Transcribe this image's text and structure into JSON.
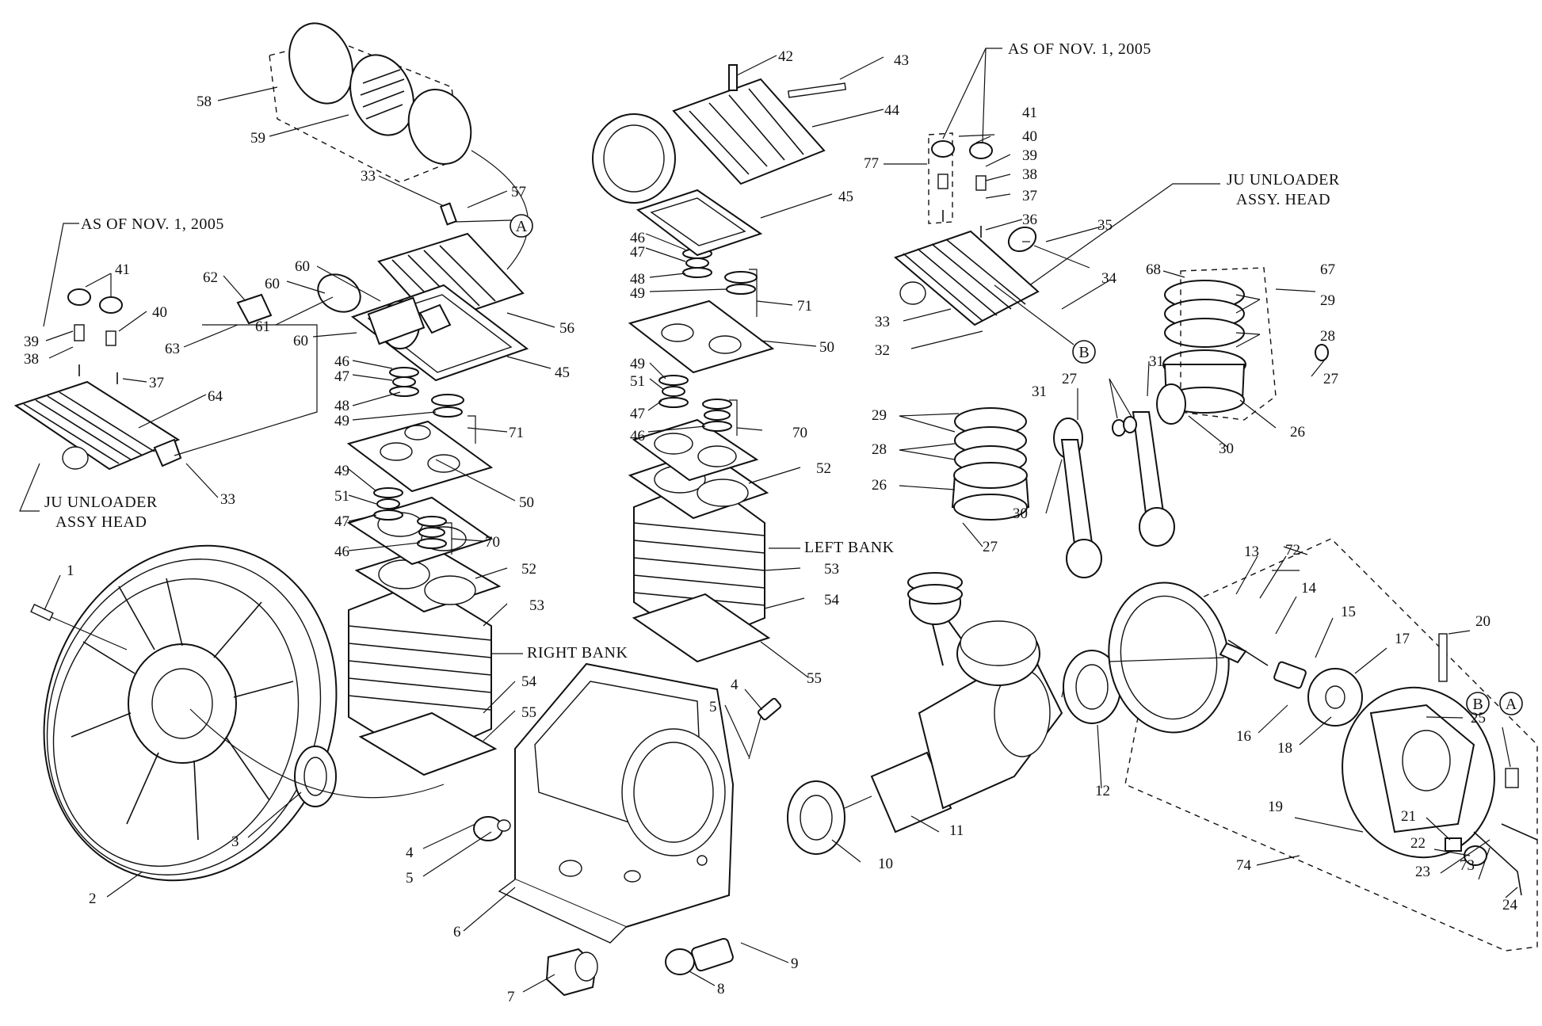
{
  "diagram": {
    "captions": {
      "as_of_left": "AS OF NOV. 1, 2005",
      "as_of_right": "AS OF NOV. 1, 2005",
      "ju_unloader_left_line1": "JU UNLOADER",
      "ju_unloader_left_line2": "ASSY HEAD",
      "ju_unloader_right_line1": "JU UNLOADER",
      "ju_unloader_right_line2": "ASSY. HEAD",
      "left_bank": "LEFT BANK",
      "right_bank": "RIGHT BANK"
    },
    "refs": {
      "a": "A",
      "b": "B"
    },
    "callouts": [
      "1",
      "2",
      "3",
      "4",
      "5",
      "6",
      "7",
      "8",
      "9",
      "10",
      "11",
      "12",
      "13",
      "14",
      "15",
      "16",
      "17",
      "18",
      "19",
      "20",
      "21",
      "22",
      "23",
      "24",
      "25",
      "26",
      "27",
      "28",
      "29",
      "30",
      "31",
      "32",
      "33",
      "34",
      "35",
      "36",
      "37",
      "38",
      "39",
      "40",
      "41",
      "42",
      "43",
      "44",
      "45",
      "46",
      "47",
      "48",
      "49",
      "50",
      "51",
      "52",
      "53",
      "54",
      "55",
      "56",
      "57",
      "58",
      "59",
      "60",
      "61",
      "62",
      "63",
      "64",
      "67",
      "68",
      "70",
      "71",
      "72",
      "73",
      "74",
      "77"
    ]
  }
}
